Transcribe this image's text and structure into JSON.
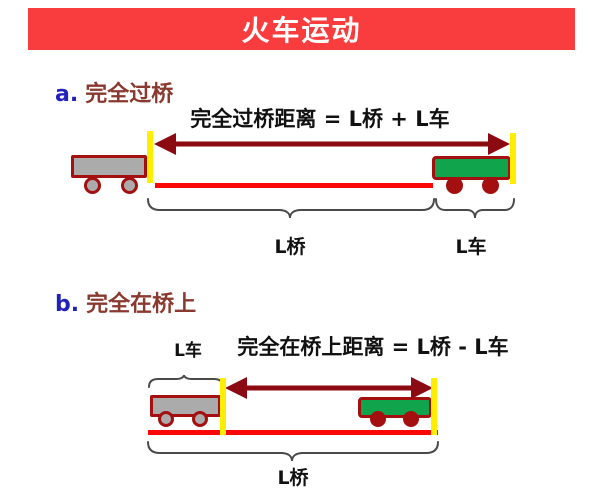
{
  "colors": {
    "banner_bg": "#f93c3e",
    "banner_text": "#ffffff",
    "dark_red": "#8c0a12",
    "car_border": "#a40f0f",
    "bright_red": "#fb0707",
    "yellow": "#ffee00",
    "green": "#10a44c",
    "gray": "#ababab",
    "heading_maroon": "#8a392e",
    "letter_blue": "#2222bb",
    "brace": "#4a4a4a",
    "text_black": "#111111"
  },
  "banner": {
    "title": "火车运动"
  },
  "section_a": {
    "letter": "a.",
    "heading": "完全过桥",
    "formula": "完全过桥距离 = L桥 + L车",
    "bridge_label": "L桥",
    "train_label": "L车"
  },
  "section_b": {
    "letter": "b.",
    "heading": "完全在桥上",
    "formula": "完全在桥上距离 = L桥 - L车",
    "train_label": "L车",
    "bridge_label": "L桥"
  }
}
